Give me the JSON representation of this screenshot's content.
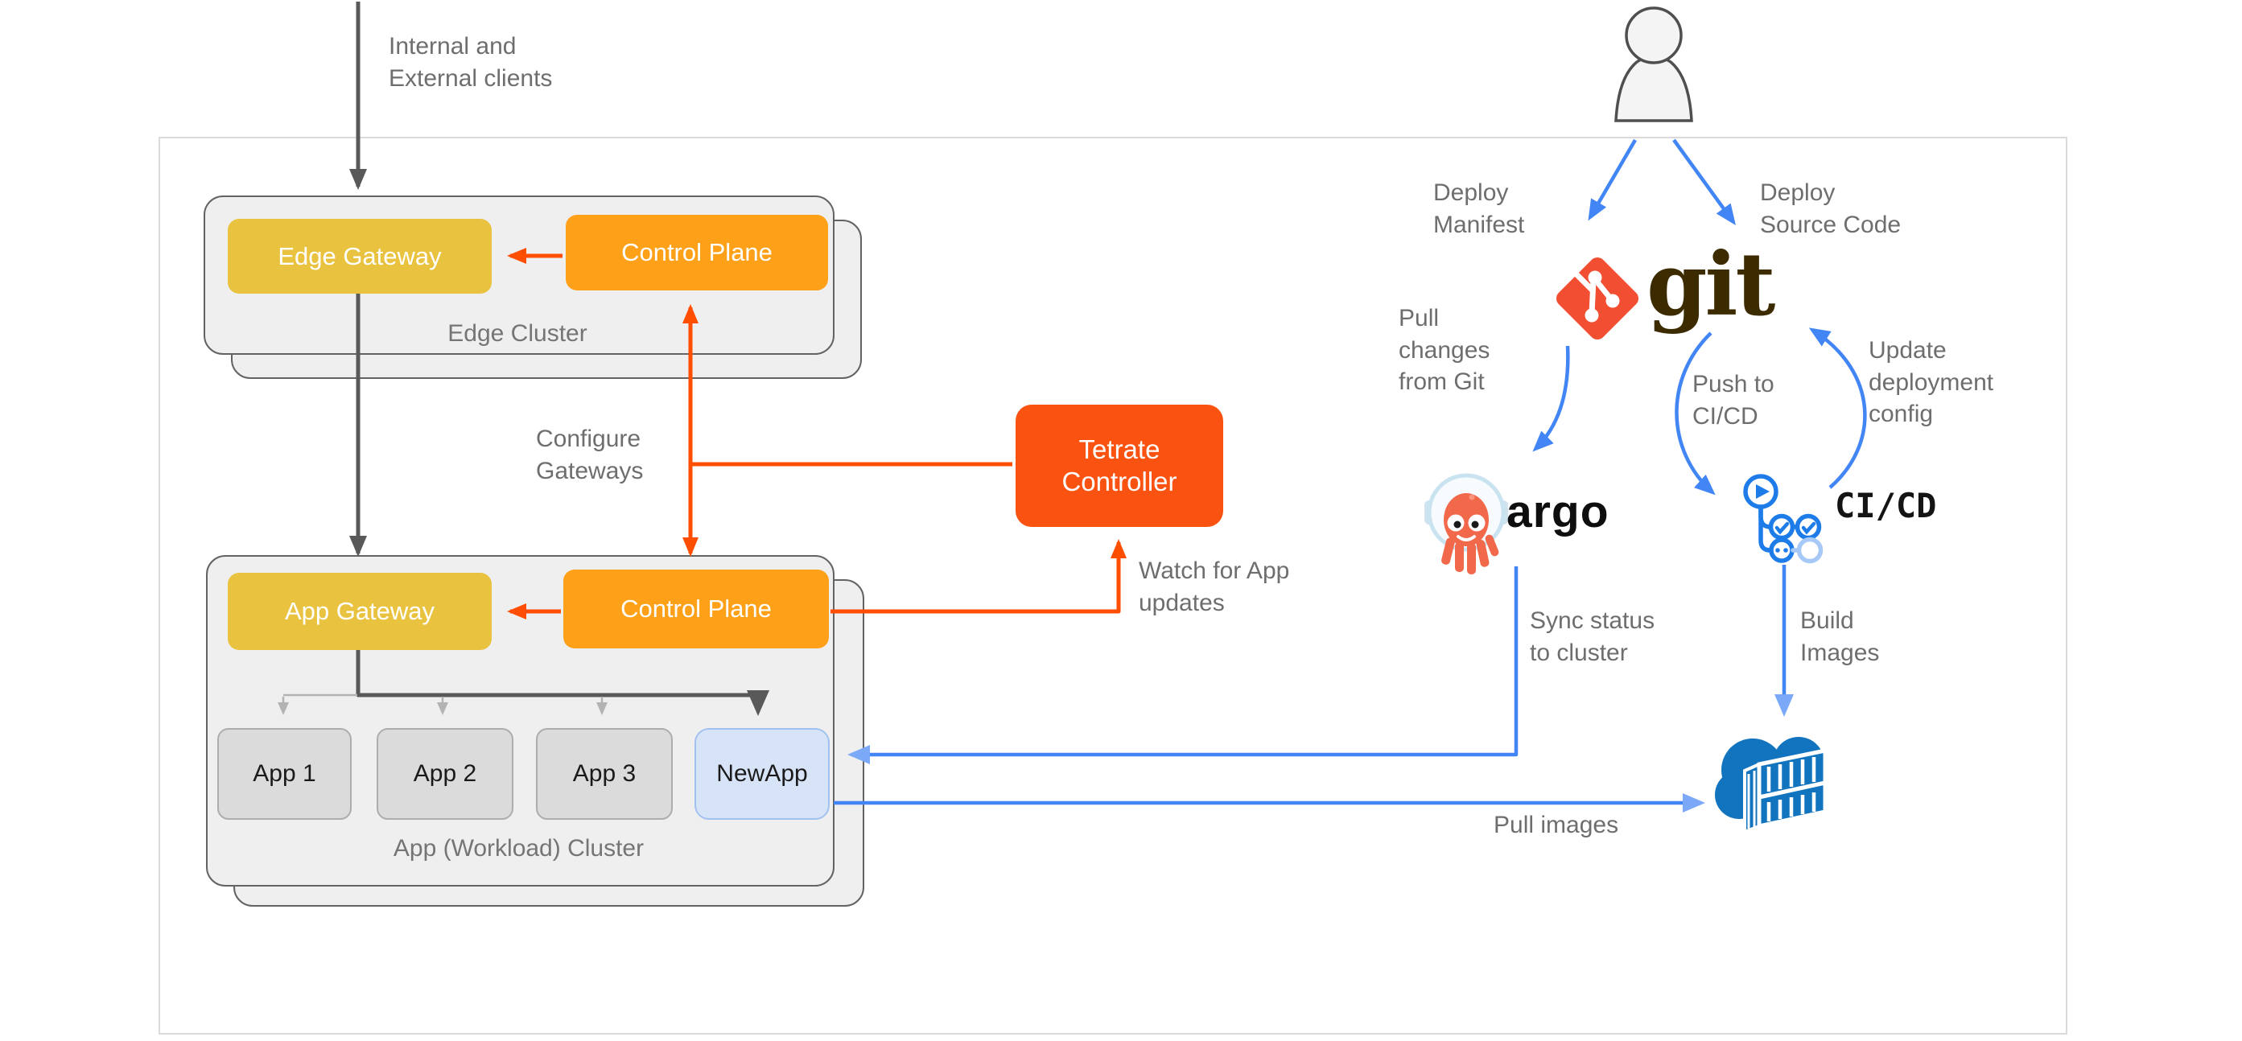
{
  "colors": {
    "gateway_yellow": "#E9C23F",
    "control_plane_orange": "#FFA019",
    "tetrate_orange": "#FA5210",
    "flow_orange": "#FF4E00",
    "flow_blue": "#4285F4",
    "flow_blue_head": "#7BA9F7",
    "traffic_dark": "#595959",
    "traffic_light": "#B3B3B3",
    "cluster_fill": "#EFEFEF",
    "newapp_fill": "#D7E4F7",
    "git_red": "#F14E32",
    "registry_blue": "#1273BF",
    "cicd_icon_blue": "#1E7CE8"
  },
  "nodes": {
    "edge_gateway": "Edge Gateway",
    "edge_control_plane": "Control Plane",
    "edge_cluster_label": "Edge Cluster",
    "app_gateway": "App Gateway",
    "app_control_plane": "Control Plane",
    "app_cluster_label": "App (Workload) Cluster",
    "apps": [
      "App 1",
      "App 2",
      "App 3"
    ],
    "new_app": "NewApp",
    "tetrate_controller": "Tetrate\nController"
  },
  "annotations": {
    "clients": "Internal and\nExternal clients",
    "configure_gateways": "Configure\nGateways",
    "watch_updates": "Watch for App\nupdates",
    "deploy_manifest": "Deploy\nManifest",
    "deploy_source_code": "Deploy\nSource Code",
    "pull_changes": "Pull\nchanges\nfrom Git",
    "push_to_cicd": "Push to\nCI/CD",
    "update_config": "Update\ndeployment\nconfig",
    "sync_status": "Sync status\nto cluster",
    "build_images": "Build\nImages",
    "pull_images": "Pull images"
  },
  "logos": {
    "git": "git",
    "argo": "argo",
    "cicd": "CI/CD"
  }
}
